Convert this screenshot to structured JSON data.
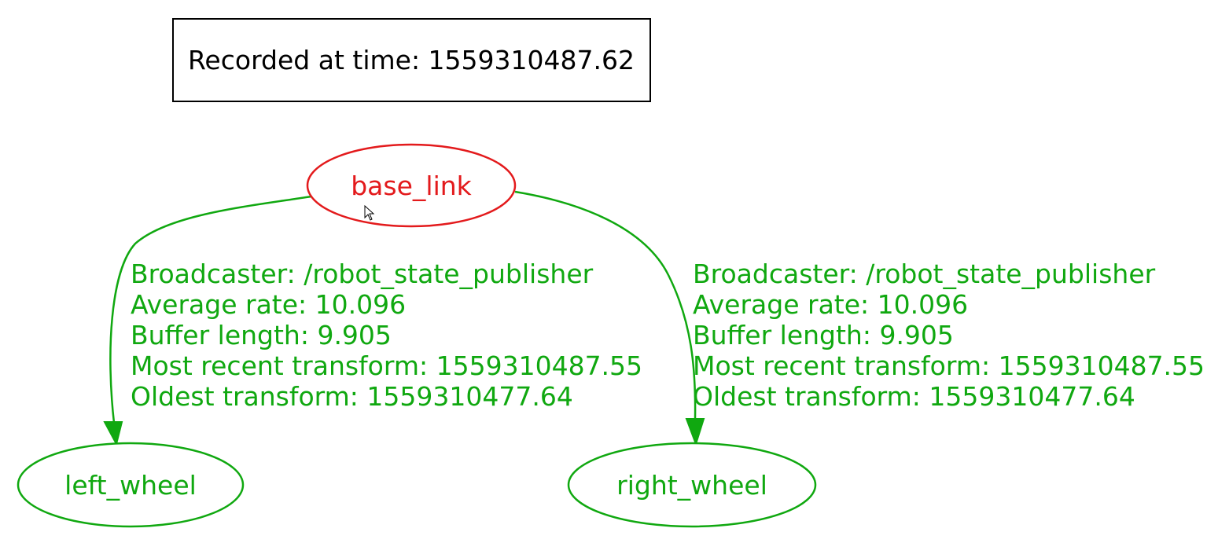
{
  "header": {
    "text": "Recorded at time: 1559310487.62"
  },
  "colors": {
    "root_node": "#e31a1c",
    "child_node": "#10a810",
    "edge": "#10a810",
    "header_border": "#000000",
    "header_text": "#000000"
  },
  "nodes": {
    "base_link": {
      "label": "base_link"
    },
    "left_wheel": {
      "label": "left_wheel"
    },
    "right_wheel": {
      "label": "right_wheel"
    }
  },
  "edges": [
    {
      "from": "base_link",
      "to": "left_wheel",
      "lines": [
        "Broadcaster: /robot_state_publisher",
        "Average rate: 10.096",
        "Buffer length: 9.905",
        "Most recent transform: 1559310487.55",
        "Oldest transform: 1559310477.64"
      ]
    },
    {
      "from": "base_link",
      "to": "right_wheel",
      "lines": [
        "Broadcaster: /robot_state_publisher",
        "Average rate: 10.096",
        "Buffer length: 9.905",
        "Most recent transform: 1559310487.55",
        "Oldest transform: 1559310477.64"
      ]
    }
  ]
}
